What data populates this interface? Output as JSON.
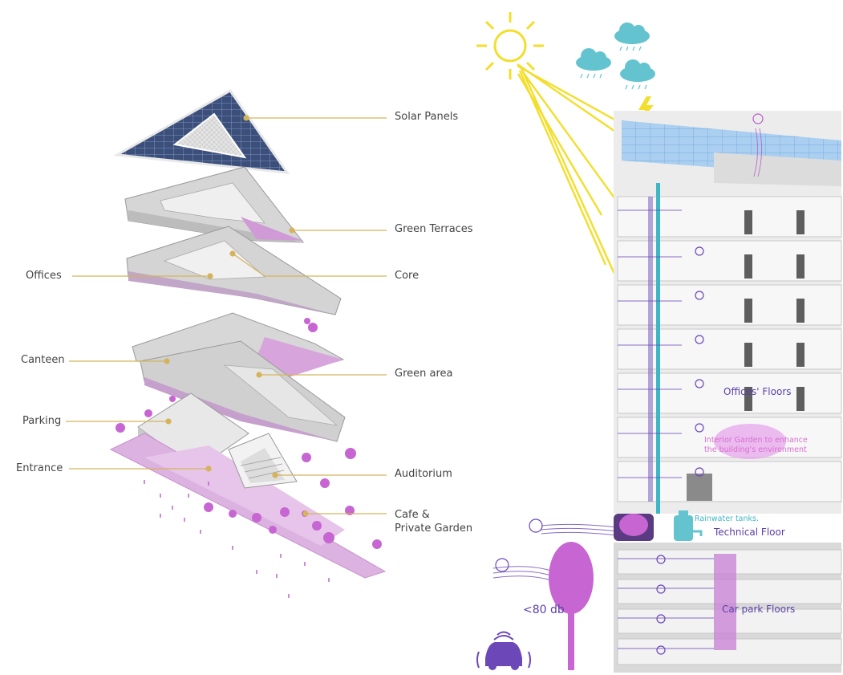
{
  "axonometric": {
    "left_labels": [
      {
        "id": "offices",
        "text": "Offices"
      },
      {
        "id": "canteen",
        "text": "Canteen"
      },
      {
        "id": "parking",
        "text": "Parking"
      },
      {
        "id": "entrance",
        "text": "Entrance"
      }
    ],
    "right_labels": [
      {
        "id": "solar",
        "text": "Solar Panels"
      },
      {
        "id": "terraces",
        "text": "Green Terraces"
      },
      {
        "id": "core",
        "text": "Core"
      },
      {
        "id": "green-area",
        "text": "Green area"
      },
      {
        "id": "auditorium",
        "text": "Auditorium"
      }
    ],
    "cafe": {
      "line1": "Cafe &",
      "line2": "Private Garden"
    }
  },
  "section": {
    "offices_floors": "Offices' Floors",
    "interior_garden": "Interior Garden to enhance the building's environment",
    "rainwater": "Rainwater tanks.",
    "technical_floor": "Technical Floor",
    "car_park_floors": "Car park Floors",
    "noise": "<80 db"
  },
  "colors": {
    "leader": "#d4b35a",
    "sun": "#f3de2c",
    "cloud": "#63c3cf",
    "purple": "#b45cc6",
    "violet": "#6b47b8",
    "teal": "#3fb6c6"
  }
}
